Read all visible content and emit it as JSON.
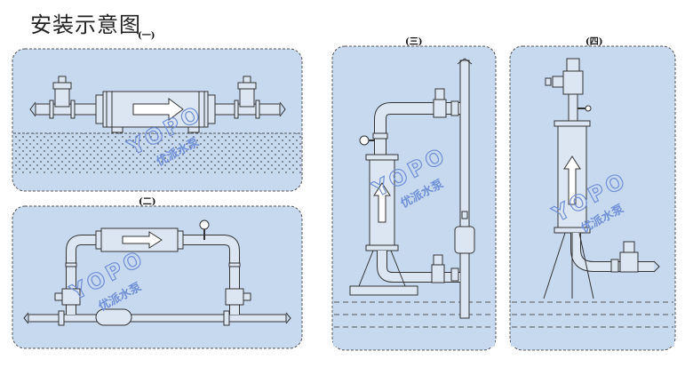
{
  "title": "安装示意图",
  "panels": [
    {
      "label": "(一)"
    },
    {
      "label": "(二)"
    },
    {
      "label": "(三)"
    },
    {
      "label": "(四)"
    }
  ],
  "watermark": {
    "brand": "YOPO",
    "cn": "优派水泵"
  },
  "colors": {
    "panel_fill": "#c7d9ef",
    "panel_border": "#555555",
    "pipe_fill": "#dbe6f2",
    "pipe_stroke": "#333333",
    "watermark": "#6f8fd6"
  }
}
